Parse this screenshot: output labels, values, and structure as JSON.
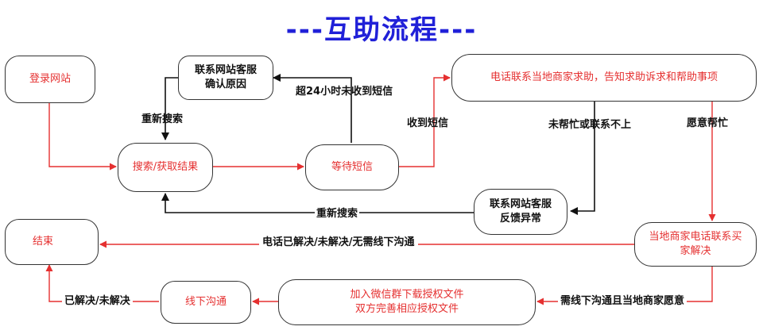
{
  "title": "---互助流程---",
  "nodes": {
    "login": "登录网站",
    "contact_cs_confirm": [
      "联系网站客服",
      "确认原因"
    ],
    "search": "搜索/获取结果",
    "wait_sms": "等待短信",
    "call_merchant": "电话联系当地商家求助，告知求助诉求和帮助事项",
    "contact_cs_feedback": [
      "联系网站客服",
      "反馈异常"
    ],
    "end": "结束",
    "merchant_solve": [
      "当地商家电话联系买",
      "家解决"
    ],
    "offline": "线下沟通",
    "wechat": [
      "加入微信群下载授权文件",
      "双方完善相应授权文件"
    ]
  },
  "edge_labels": {
    "re_search_1": "重新搜索",
    "no_sms": "超24小时未收到短信",
    "got_sms": "收到短信",
    "not_helped": "未帮忙或联系不上",
    "willing": "愿意帮忙",
    "re_search_2": "重新搜索",
    "phone_result": "电话已解决/未解决/无需线下沟通",
    "need_offline": "需线下沟通且当地商家愿意",
    "offline_result": "已解决/未解决"
  }
}
